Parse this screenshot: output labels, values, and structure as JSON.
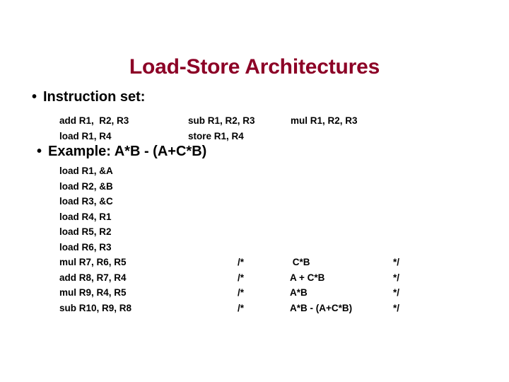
{
  "slide": {
    "title": "Load-Store Architectures",
    "title_color": "#8c0026",
    "background_color": "#ffffff",
    "text_color": "#000000"
  },
  "bullets": [
    {
      "marker": "•",
      "label": "Instruction set:"
    },
    {
      "marker": "•",
      "label": "Example: A*B - (A+C*B)"
    }
  ],
  "instruction_set": {
    "column_1": "add R1,  R2, R3\nload R1, R4",
    "column_2": "sub R1, R2, R3\nstore R1, R4",
    "column_3": "mul R1, R2, R3",
    "rows": [
      [
        "add R1,  R2, R3",
        "sub R1, R2, R3",
        "mul R1, R2, R3"
      ],
      [
        "load R1, R4",
        "store R1, R4",
        ""
      ]
    ]
  },
  "example": {
    "expression": "A*B - (A+C*B)",
    "code_block": "load R1, &A\nload R2, &B\nload R3, &C\nload R4, R1\nload R5, R2\nload R6, R3\nmul R7, R6, R5\nadd R8, R7, R4\nmul R9, R4, R5\nsub R10, R9, R8",
    "comment_open_block": "/*\n/*\n/*\n/*",
    "comment_body_block": " C*B\nA + C*B\nA*B\nA*B - (A+C*B)",
    "comment_close_block": "*/\n*/\n*/\n*/",
    "instructions": [
      {
        "code": "load R1, &A",
        "comment_open": "",
        "comment": "",
        "comment_close": ""
      },
      {
        "code": "load R2, &B",
        "comment_open": "",
        "comment": "",
        "comment_close": ""
      },
      {
        "code": "load R3, &C",
        "comment_open": "",
        "comment": "",
        "comment_close": ""
      },
      {
        "code": "load R4, R1",
        "comment_open": "",
        "comment": "",
        "comment_close": ""
      },
      {
        "code": "load R5, R2",
        "comment_open": "",
        "comment": "",
        "comment_close": ""
      },
      {
        "code": "load R6, R3",
        "comment_open": "",
        "comment": "",
        "comment_close": ""
      },
      {
        "code": "mul R7, R6, R5",
        "comment_open": "/*",
        "comment": " C*B",
        "comment_close": "*/"
      },
      {
        "code": "add R8, R7, R4",
        "comment_open": "/*",
        "comment": "A + C*B",
        "comment_close": "*/"
      },
      {
        "code": "mul R9, R4, R5",
        "comment_open": "/*",
        "comment": "A*B",
        "comment_close": "*/"
      },
      {
        "code": "sub R10, R9, R8",
        "comment_open": "/*",
        "comment": "A*B - (A+C*B)",
        "comment_close": "*/"
      }
    ]
  }
}
